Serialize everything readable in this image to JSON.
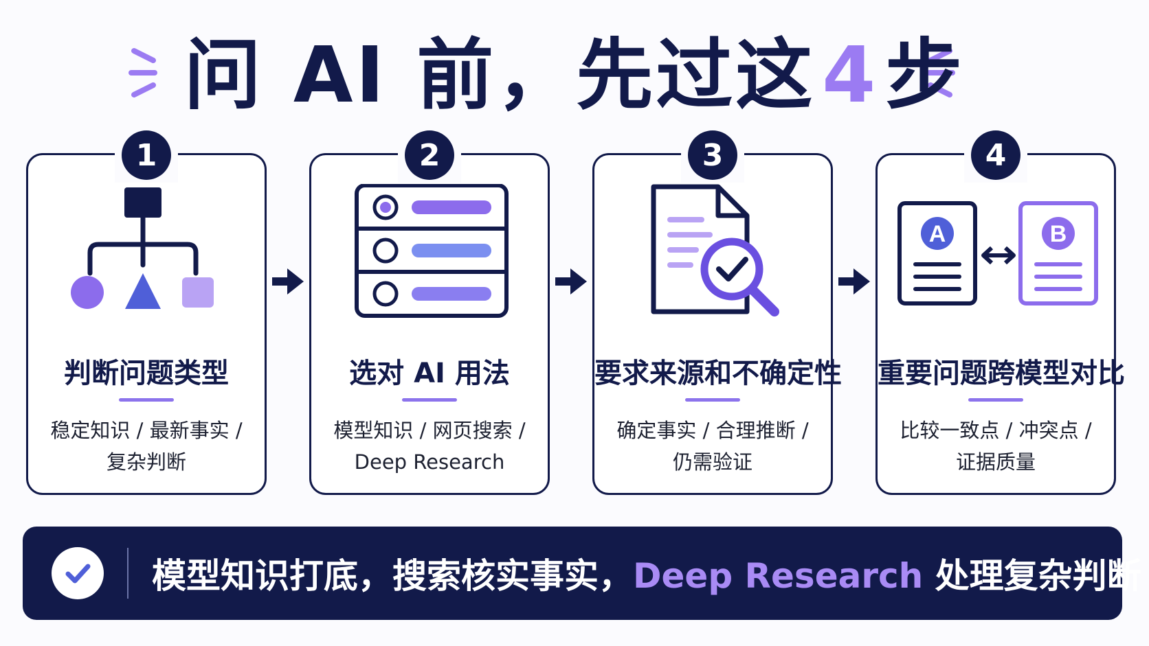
{
  "title": {
    "before": "问 AI 前，先过这",
    "highlight": "4",
    "after": "步"
  },
  "steps": [
    {
      "number": "1",
      "icon": "hierarchy-shapes-icon",
      "label": "判断问题类型",
      "desc_line1": "稳定知识 / 最新事实 /",
      "desc_line2": "复杂判断"
    },
    {
      "number": "2",
      "icon": "option-list-icon",
      "label": "选对 AI 用法",
      "desc_line1": "模型知识 / 网页搜索 /",
      "desc_line2": "Deep Research"
    },
    {
      "number": "3",
      "icon": "document-search-check-icon",
      "label": "要求来源和不确定性",
      "desc_line1": "确定事实 / 合理推断 /",
      "desc_line2": "仍需验证"
    },
    {
      "number": "4",
      "icon": "compare-documents-icon",
      "label": "重要问题跨模型对比",
      "desc_line1": "比较一致点 / 冲突点 /",
      "desc_line2": "证据质量",
      "doc_a": "A",
      "doc_b": "B"
    }
  ],
  "summary": {
    "part1": "模型知识打底，搜索核实事实，",
    "accent": "Deep Research",
    "part2": " 处理复杂判断"
  },
  "colors": {
    "navy": "#121a4a",
    "accent_purple": "#9b7bf2",
    "violet": "#8c73ec",
    "blue_violet": "#4f5fd8",
    "lavender": "#b9a3f4"
  }
}
